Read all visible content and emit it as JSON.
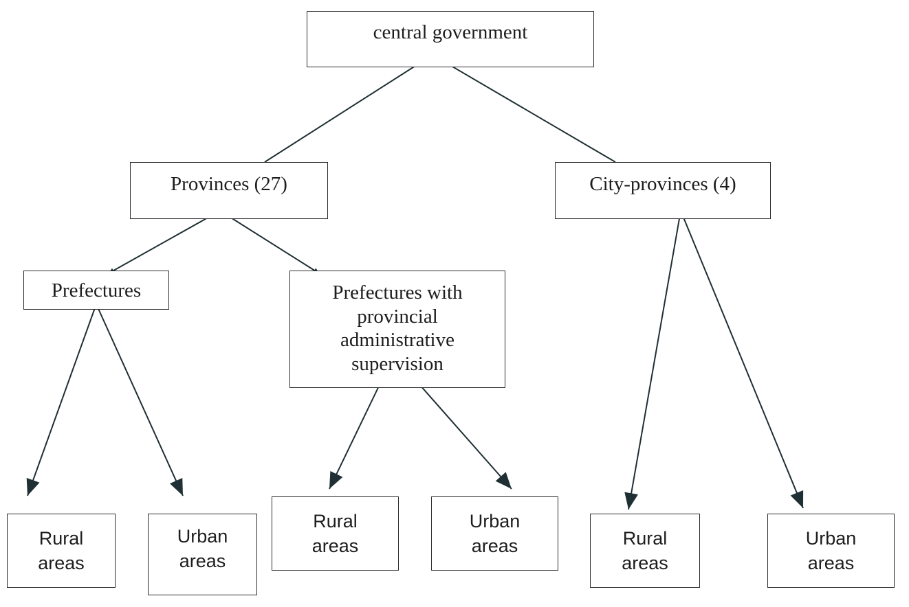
{
  "diagram": {
    "nodes": {
      "central": {
        "label": "central government"
      },
      "provinces": {
        "label": "Provinces (27)"
      },
      "city_provinces": {
        "label": "City-provinces (4)"
      },
      "prefectures": {
        "label": "Prefectures"
      },
      "prefectures_pas": {
        "label": "Prefectures with provincial administrative supervision"
      },
      "rural_1": {
        "line1": "Rural",
        "line2": "areas"
      },
      "urban_1": {
        "line1": "Urban",
        "line2": "areas"
      },
      "rural_2": {
        "line1": "Rural",
        "line2": "areas"
      },
      "urban_2": {
        "line1": "Urban",
        "line2": "areas"
      },
      "rural_3": {
        "line1": "Rural",
        "line2": "areas"
      },
      "urban_3": {
        "line1": "Urban",
        "line2": "areas"
      }
    },
    "edges": [
      {
        "from": "central",
        "to": "provinces",
        "arrow": false
      },
      {
        "from": "central",
        "to": "city_provinces",
        "arrow": false
      },
      {
        "from": "provinces",
        "to": "prefectures",
        "arrow": true
      },
      {
        "from": "provinces",
        "to": "prefectures_pas",
        "arrow": true
      },
      {
        "from": "prefectures",
        "to": "rural_1",
        "arrow": true
      },
      {
        "from": "prefectures",
        "to": "urban_1",
        "arrow": true
      },
      {
        "from": "prefectures_pas",
        "to": "rural_2",
        "arrow": true
      },
      {
        "from": "prefectures_pas",
        "to": "urban_2",
        "arrow": true
      },
      {
        "from": "city_provinces",
        "to": "rural_3",
        "arrow": true
      },
      {
        "from": "city_provinces",
        "to": "urban_3",
        "arrow": true
      }
    ],
    "colors": {
      "line": "#1f2f33",
      "border": "#2a2a2a",
      "text": "#1d1d1d"
    }
  }
}
